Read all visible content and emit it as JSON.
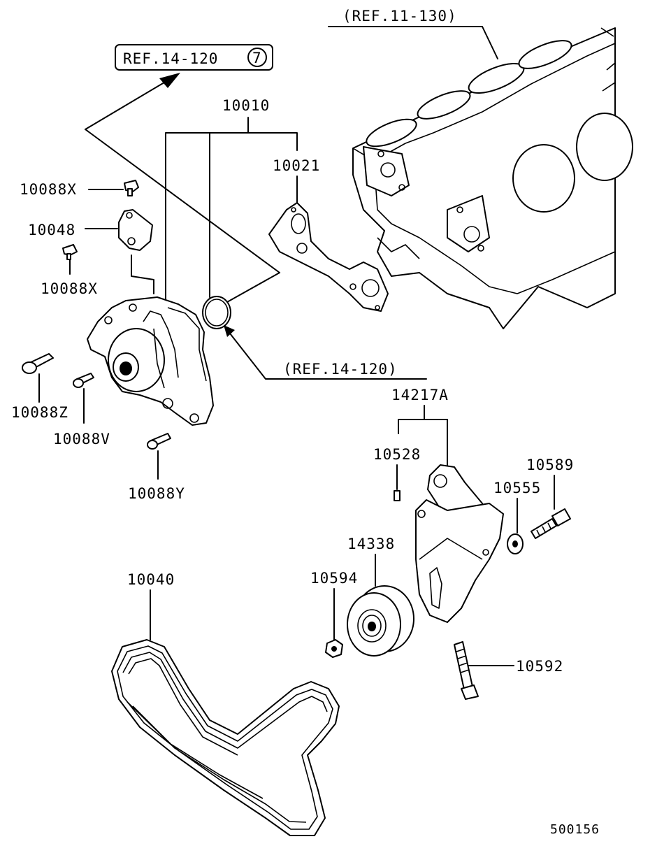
{
  "references": {
    "ref_11_130": "(REF.11-130)",
    "ref_14_120_boxed": "REF.14-120",
    "ref_14_120_circle": "7",
    "ref_14_120_lower": "(REF.14-120)"
  },
  "parts": {
    "p10010": "10010",
    "p10021": "10021",
    "p10088X_a": "10088X",
    "p10048": "10048",
    "p10088X_b": "10088X",
    "p10088Z": "10088Z",
    "p10088V": "10088V",
    "p10088Y": "10088Y",
    "p14217A": "14217A",
    "p10528": "10528",
    "p10589": "10589",
    "p10555": "10555",
    "p14338": "14338",
    "p10594": "10594",
    "p10040": "10040",
    "p10592": "10592"
  },
  "diagram_code": "500156"
}
